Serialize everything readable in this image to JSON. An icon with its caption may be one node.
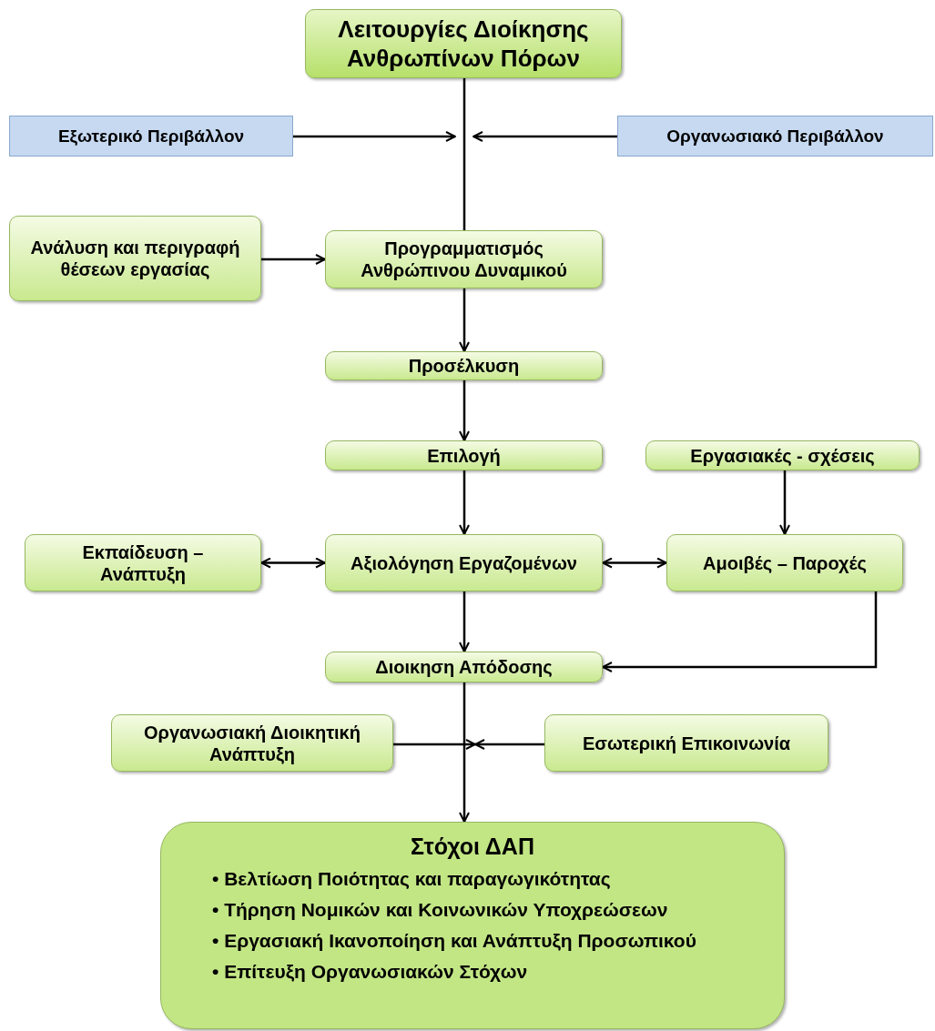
{
  "diagram": {
    "nodes": [
      {
        "text": [
          "Λειτουργίες Διοίκησης Ανθρωπίνων Πόρων"
        ]
      },
      {
        "text": [
          "Εξωτερικό Περιβάλλον"
        ]
      },
      {
        "text": [
          "Οργανωσιακό  Περιβάλλον"
        ]
      },
      {
        "text": [
          "Ανάλυση και περιγραφή θέσεων εργασίας"
        ]
      },
      {
        "text": [
          "Προγραμματισμός Ανθρώπινου Δυναμικού"
        ]
      },
      {
        "text": [
          "Προσέλκυση"
        ]
      },
      {
        "text": [
          "Επιλογή"
        ]
      },
      {
        "text": [
          "Εργασιακές - σχέσεις"
        ]
      },
      {
        "text": [
          "Εκπαίδευση – Ανάπτυξη"
        ]
      },
      {
        "text": [
          "Αξιολόγηση Εργαζομένων"
        ]
      },
      {
        "text": [
          "Αμοιβές – Παροχές"
        ]
      },
      {
        "text": [
          "Διοικηση Απόδοσης"
        ]
      },
      {
        "text": [
          "Οργανωσιακή Διοικητική Ανάπτυξη"
        ]
      },
      {
        "text": [
          "Εσωτερική Επικοινωνία"
        ]
      },
      {
        "text": [
          "Στόχοι ΔΑΠ",
          "• Βελτίωση Ποιότητας και παραγωγικότητας",
          "• Τήρηση Νομικών και Κοινωνικών Υποχρεώσεων",
          "• Εργασιακή Ικανοποίηση και Ανάπτυξη Προσωπικού",
          "• Επίτευξη Οργανωσιακών Στόχων"
        ]
      }
    ],
    "edges": [
      {
        "from": 0,
        "to": 4,
        "arrow": "none"
      },
      {
        "from": 1,
        "to": null,
        "arrow": "to"
      },
      {
        "from": 2,
        "to": null,
        "arrow": "to"
      },
      {
        "from": 3,
        "to": 4,
        "arrow": "to"
      },
      {
        "from": 4,
        "to": 5,
        "arrow": "to"
      },
      {
        "from": 5,
        "to": 6,
        "arrow": "to"
      },
      {
        "from": 6,
        "to": 9,
        "arrow": "to"
      },
      {
        "from": 7,
        "to": 10,
        "arrow": "to"
      },
      {
        "from": 9,
        "to": 8,
        "arrow": "both"
      },
      {
        "from": 9,
        "to": 10,
        "arrow": "both"
      },
      {
        "from": 9,
        "to": 11,
        "arrow": "to"
      },
      {
        "from": 10,
        "to": 11,
        "arrow": "to"
      },
      {
        "from": 11,
        "to": 14,
        "arrow": "to"
      },
      {
        "from": 12,
        "to": null,
        "arrow": "to"
      },
      {
        "from": 13,
        "to": null,
        "arrow": "to"
      }
    ]
  }
}
